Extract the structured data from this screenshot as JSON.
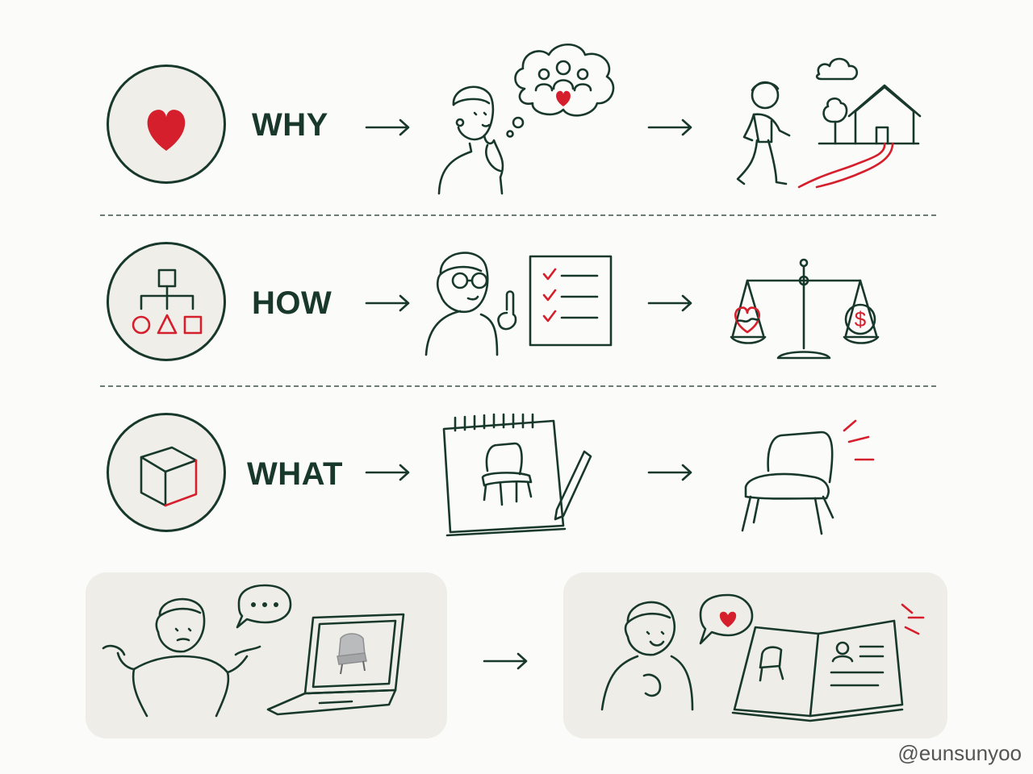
{
  "rows": [
    {
      "label": "WHY",
      "icon": "heart-icon"
    },
    {
      "label": "HOW",
      "icon": "hierarchy-icon"
    },
    {
      "label": "WHAT",
      "icon": "cube-icon"
    }
  ],
  "bottom_panels": {
    "left": "confused-person-with-laptop",
    "right": "happy-person-with-catalog"
  },
  "watermark": "@eunsunyoo",
  "colors": {
    "accent": "#d61f2c",
    "ink": "#17382b",
    "circle_fill": "#efeee9",
    "panel": "#eeede8"
  }
}
